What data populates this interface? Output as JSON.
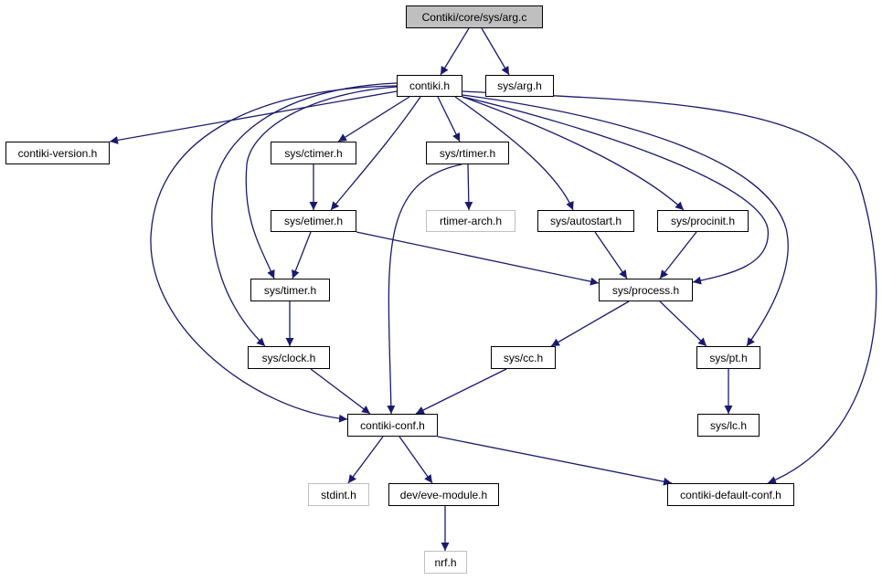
{
  "graph": {
    "edge_color": "#191970",
    "root_fill": "#bfbfbf",
    "missing_border": "#bfbfbf",
    "nodes": [
      {
        "id": "arg_c",
        "label": "Contiki/core/sys/arg.c",
        "root": true
      },
      {
        "id": "contiki_h",
        "label": "contiki.h"
      },
      {
        "id": "sys_arg_h",
        "label": "sys/arg.h"
      },
      {
        "id": "contiki_version_h",
        "label": "contiki-version.h"
      },
      {
        "id": "ctimer_h",
        "label": "sys/ctimer.h"
      },
      {
        "id": "rtimer_h",
        "label": "sys/rtimer.h"
      },
      {
        "id": "etimer_h",
        "label": "sys/etimer.h"
      },
      {
        "id": "rtimer_arch_h",
        "label": "rtimer-arch.h",
        "missing": true
      },
      {
        "id": "autostart_h",
        "label": "sys/autostart.h"
      },
      {
        "id": "procinit_h",
        "label": "sys/procinit.h"
      },
      {
        "id": "timer_h",
        "label": "sys/timer.h"
      },
      {
        "id": "process_h",
        "label": "sys/process.h"
      },
      {
        "id": "clock_h",
        "label": "sys/clock.h"
      },
      {
        "id": "cc_h",
        "label": "sys/cc.h"
      },
      {
        "id": "pt_h",
        "label": "sys/pt.h"
      },
      {
        "id": "contiki_conf_h",
        "label": "contiki-conf.h"
      },
      {
        "id": "lc_h",
        "label": "sys/lc.h"
      },
      {
        "id": "stdint_h",
        "label": "stdint.h",
        "missing": true
      },
      {
        "id": "eve_module_h",
        "label": "dev/eve-module.h"
      },
      {
        "id": "default_conf_h",
        "label": "contiki-default-conf.h"
      },
      {
        "id": "nrf_h",
        "label": "nrf.h",
        "missing": true
      }
    ],
    "edges": [
      [
        "arg_c",
        "contiki_h"
      ],
      [
        "arg_c",
        "sys_arg_h"
      ],
      [
        "contiki_h",
        "contiki_version_h"
      ],
      [
        "contiki_h",
        "contiki_conf_h"
      ],
      [
        "contiki_h",
        "clock_h"
      ],
      [
        "contiki_h",
        "timer_h"
      ],
      [
        "contiki_h",
        "ctimer_h"
      ],
      [
        "contiki_h",
        "etimer_h"
      ],
      [
        "contiki_h",
        "rtimer_h"
      ],
      [
        "contiki_h",
        "autostart_h"
      ],
      [
        "contiki_h",
        "procinit_h"
      ],
      [
        "contiki_h",
        "process_h"
      ],
      [
        "contiki_h",
        "pt_h"
      ],
      [
        "contiki_h",
        "default_conf_h"
      ],
      [
        "ctimer_h",
        "etimer_h"
      ],
      [
        "rtimer_h",
        "rtimer_arch_h"
      ],
      [
        "rtimer_h",
        "contiki_conf_h"
      ],
      [
        "etimer_h",
        "timer_h"
      ],
      [
        "etimer_h",
        "process_h"
      ],
      [
        "autostart_h",
        "process_h"
      ],
      [
        "procinit_h",
        "process_h"
      ],
      [
        "timer_h",
        "clock_h"
      ],
      [
        "process_h",
        "cc_h"
      ],
      [
        "process_h",
        "pt_h"
      ],
      [
        "clock_h",
        "contiki_conf_h"
      ],
      [
        "cc_h",
        "contiki_conf_h"
      ],
      [
        "pt_h",
        "lc_h"
      ],
      [
        "contiki_conf_h",
        "stdint_h"
      ],
      [
        "contiki_conf_h",
        "eve_module_h"
      ],
      [
        "contiki_conf_h",
        "default_conf_h"
      ],
      [
        "eve_module_h",
        "nrf_h"
      ]
    ]
  }
}
